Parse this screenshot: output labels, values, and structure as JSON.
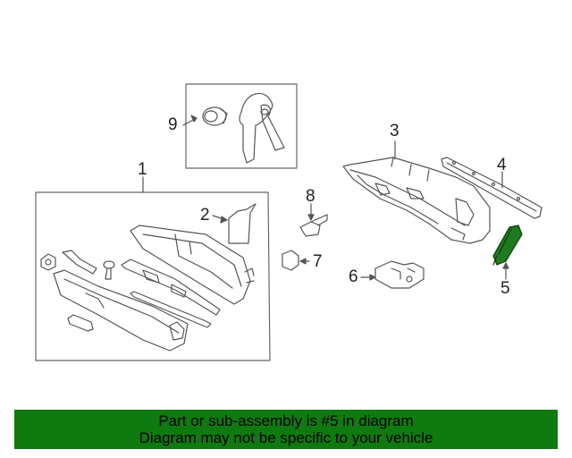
{
  "callouts": {
    "c1": "1",
    "c2": "2",
    "c3": "3",
    "c4": "4",
    "c5": "5",
    "c6": "6",
    "c7": "7",
    "c8": "8",
    "c9": "9"
  },
  "highlighted_part": "5",
  "colors": {
    "highlight": "#1f7a1f",
    "banner": "#0f7a0f",
    "line": "#555555"
  },
  "banner": {
    "line1": "Part or sub-assembly is #5 in diagram",
    "line2": "Diagram may not be specific to your vehicle"
  }
}
